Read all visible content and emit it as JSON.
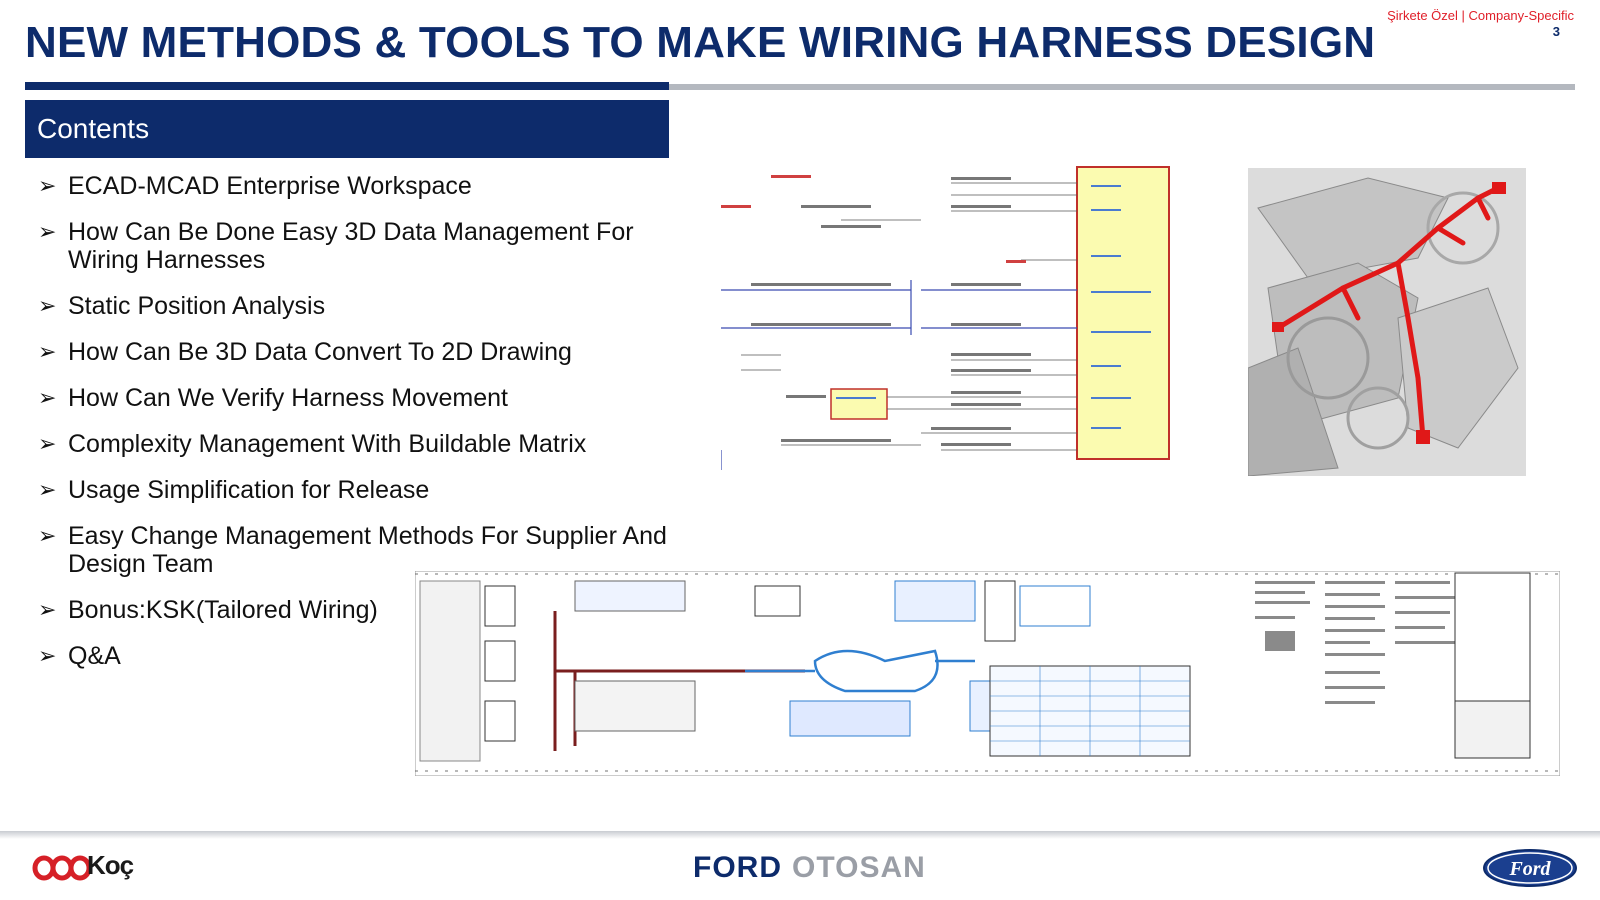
{
  "header": {
    "title": "NEW METHODS & TOOLS TO MAKE WIRING HARNESS DESIGN",
    "classification": "Şirkete Özel | Company-Specific",
    "page_number": "3"
  },
  "contents": {
    "heading": "Contents",
    "items": [
      "ECAD-MCAD Enterprise Workspace",
      "How Can Be Done Easy 3D Data Management For Wiring Harnesses",
      "Static Position Analysis",
      "How Can Be 3D Data Convert To 2D Drawing",
      "How Can We Verify Harness Movement",
      "Complexity Management With Buildable Matrix",
      "Usage Simplification for Release",
      "Easy Change Management Methods For Supplier And Design Team",
      "Bonus:KSK(Tailored Wiring)",
      "Q&A"
    ]
  },
  "footer": {
    "koc_logo_text": "Koç",
    "ford_otosan_left": "FORD",
    "ford_otosan_right": "OTOSAN",
    "ford_oval_text": "Ford"
  },
  "icons": {
    "bullet": "arrowhead-icon"
  }
}
